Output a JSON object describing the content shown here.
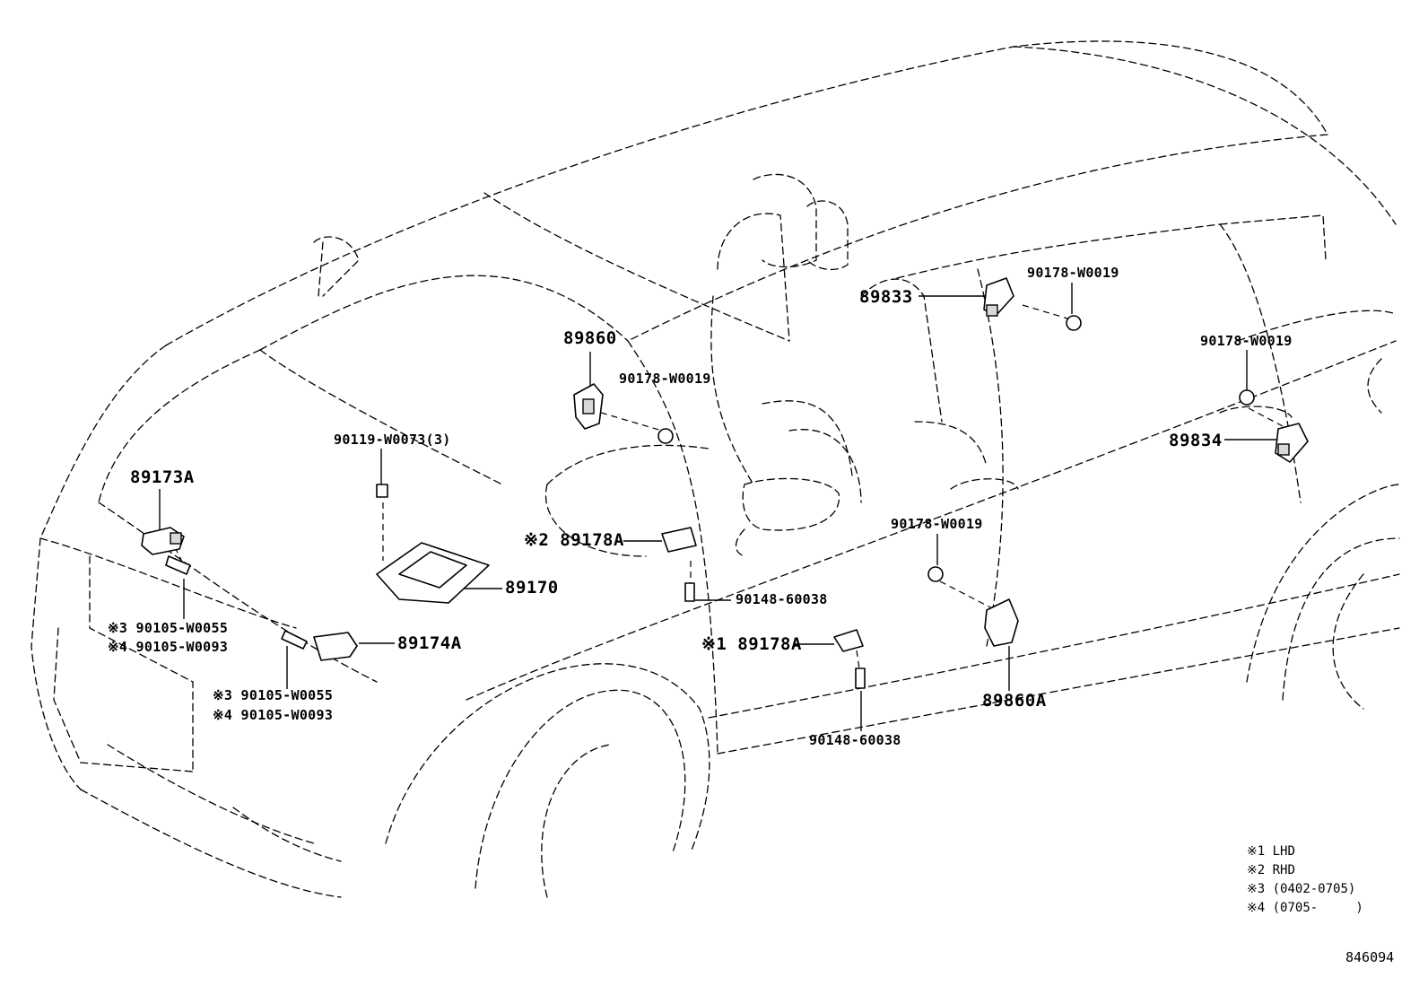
{
  "labels": {
    "p89860": "89860",
    "p90178_a": "90178-W0019",
    "p89833": "89833",
    "p90178_b": "90178-W0019",
    "p90178_c": "90178-W0019",
    "p89834": "89834",
    "p90119": "90119-W0073(3)",
    "p89173A": "89173A",
    "p89178A_rhd": "※2 89178A",
    "p89170": "89170",
    "p90148_a": "90148-60038",
    "p90178_d": "90178-W0019",
    "p90105_a3": "※3 90105-W0055",
    "p90105_a4": "※4 90105-W0093",
    "p89174A": "89174A",
    "p89178A_lhd": "※1 89178A",
    "p90105_b3": "※3 90105-W0055",
    "p90105_b4": "※4 90105-W0093",
    "p89860A": "89860A",
    "p90148_b": "90148-60038"
  },
  "legend": [
    {
      "mark": "※1",
      "text": "LHD"
    },
    {
      "mark": "※2",
      "text": "RHD"
    },
    {
      "mark": "※3",
      "text": "(0402-0705)"
    },
    {
      "mark": "※4",
      "text": "(0705-     )"
    }
  ],
  "figure_number": "846094"
}
